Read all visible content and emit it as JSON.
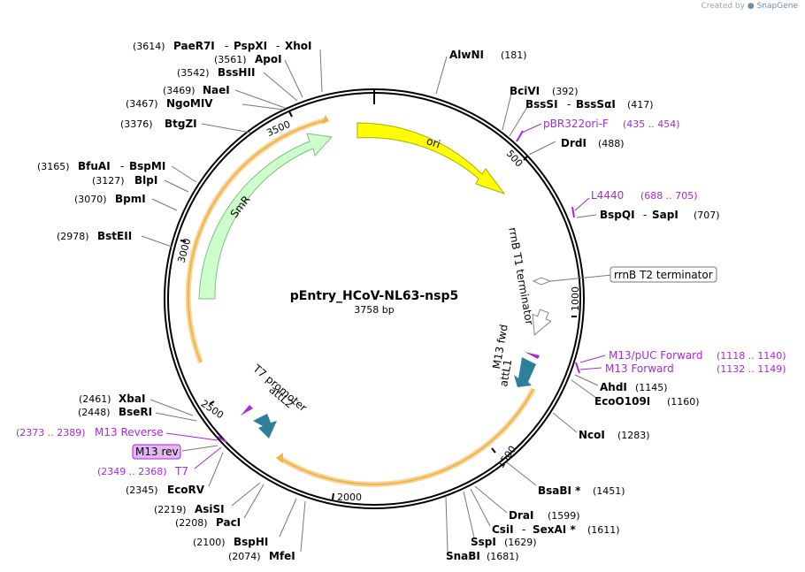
{
  "header": {
    "credit_prefix": "Created by",
    "credit_brand": "SnapGene"
  },
  "plasmid": {
    "name": "pEntry_HCoV-NL63-nsp5",
    "length_label": "3758 bp"
  },
  "ticks": [
    "500",
    "1000",
    "1500",
    "2000",
    "2500",
    "3000",
    "3500"
  ],
  "features": {
    "ori": "ori",
    "smr": "SmR",
    "rrnb_t1": "rrnB T1 terminator",
    "rrnb_t2": "rrnB T2 terminator",
    "m13_fwd": "M13 fwd",
    "attl1": "attL1",
    "t7_promoter": "T7 promoter",
    "attl2": "attL2",
    "m13_rev": "M13 rev"
  },
  "sites": {
    "alwni": {
      "name": "AlwNI",
      "pos": "(181)"
    },
    "bcivi": {
      "name": "BciVI",
      "pos": "(392)"
    },
    "bsssi": {
      "name": "BssSI",
      "sep": "-",
      "name2": "BssSαI",
      "pos": "(417)"
    },
    "pbr322": {
      "name": "pBR322ori-F",
      "pos": "(435 .. 454)"
    },
    "drdi": {
      "name": "DrdI",
      "pos": "(488)"
    },
    "l4440": {
      "name": "L4440",
      "pos": "(688 .. 705)"
    },
    "bspqi": {
      "name": "BspQI",
      "sep": "-",
      "name2": "SapI",
      "pos": "(707)"
    },
    "m13puc": {
      "name": "M13/pUC Forward",
      "pos": "(1118 .. 1140)"
    },
    "m13f": {
      "name": "M13 Forward",
      "pos": "(1132 .. 1149)"
    },
    "ahdi": {
      "name": "AhdI",
      "pos": "(1145)"
    },
    "eco0109i": {
      "name": "EcoO109I",
      "pos": "(1160)"
    },
    "ncoi": {
      "name": "NcoI",
      "pos": "(1283)"
    },
    "bsabi": {
      "name": "BsaBI *",
      "pos": "(1451)"
    },
    "drai": {
      "name": "DraI",
      "pos": "(1599)"
    },
    "csii": {
      "name": "CsiI",
      "sep": "-",
      "name2": "SexAI *",
      "pos": "(1611)"
    },
    "sspi": {
      "name": "SspI",
      "pos": "(1629)"
    },
    "snabi": {
      "name": "SnaBI",
      "pos": "(1681)"
    },
    "mfei": {
      "name": "MfeI",
      "pos": "(2074)"
    },
    "bsphi": {
      "name": "BspHI",
      "pos": "(2100)"
    },
    "paci": {
      "name": "PacI",
      "pos": "(2208)"
    },
    "asisi": {
      "name": "AsiSI",
      "pos": "(2219)"
    },
    "ecorv": {
      "name": "EcoRV",
      "pos": "(2345)"
    },
    "t7": {
      "name": "T7",
      "pos": "(2349 .. 2368)"
    },
    "m13rev": {
      "name": "M13 rev"
    },
    "m13reverse": {
      "name": "M13 Reverse",
      "pos": "(2373 .. 2389)"
    },
    "bseri": {
      "name": "BseRI",
      "pos": "(2448)"
    },
    "xbai": {
      "name": "XbaI",
      "pos": "(2461)"
    },
    "bsteii": {
      "name": "BstEII",
      "pos": "(2978)"
    },
    "bpmi": {
      "name": "BpmI",
      "pos": "(3070)"
    },
    "blpi": {
      "name": "BlpI",
      "pos": "(3127)"
    },
    "bfuai": {
      "name": "BfuAI",
      "sep": "-",
      "name2": "BspMI",
      "pos": "(3165)"
    },
    "btgzi": {
      "name": "BtgZI",
      "pos": "(3376)"
    },
    "ngomiv": {
      "name": "NgoMIV",
      "pos": "(3467)"
    },
    "naei": {
      "name": "NaeI",
      "pos": "(3469)"
    },
    "bsshii": {
      "name": "BssHII",
      "pos": "(3542)"
    },
    "apoi": {
      "name": "ApoI",
      "pos": "(3561)"
    },
    "paer7i": {
      "name": "PaeR7I",
      "sep1": "-",
      "name2": "PspXI",
      "sep2": "-",
      "name3": "XhoI",
      "pos": "(3614)"
    }
  },
  "colors": {
    "ori": "#ffff00",
    "smr": "#ccffcc",
    "att": "#2e7f99",
    "orf_band": "#f3b345",
    "primer": "#a52ad9"
  }
}
